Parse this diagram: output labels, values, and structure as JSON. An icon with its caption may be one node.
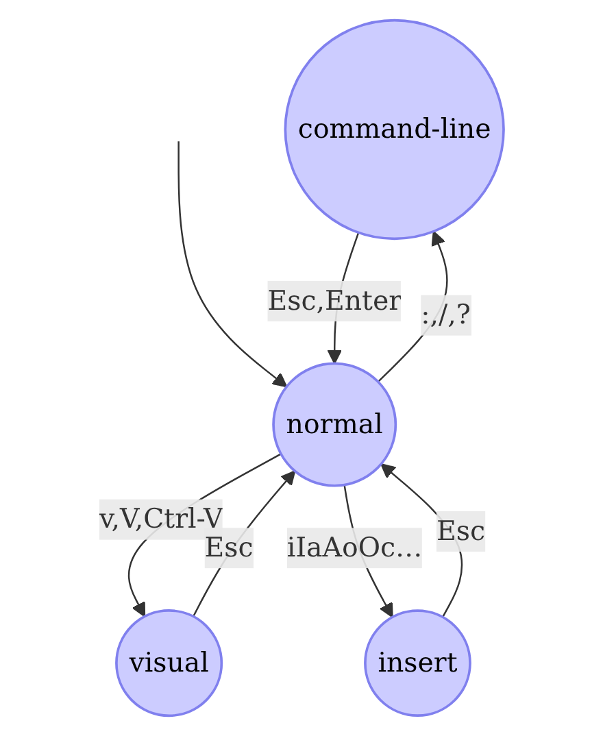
{
  "diagram": {
    "nodes": [
      {
        "text": [
          "command-line"
        ]
      },
      {
        "text": [
          "normal"
        ]
      },
      {
        "text": [
          "visual"
        ]
      },
      {
        "text": [
          "insert"
        ]
      }
    ],
    "edges": [
      {
        "from": null,
        "to": 1,
        "arrow": "to"
      },
      {
        "from": 1,
        "to": 0,
        "label": ":,/,?",
        "arrow": "to"
      },
      {
        "from": 0,
        "to": 1,
        "label": "Esc,Enter",
        "arrow": "to"
      },
      {
        "from": 1,
        "to": 2,
        "label": "v,V,Ctrl-V",
        "arrow": "to"
      },
      {
        "from": 2,
        "to": 1,
        "label": "Esc",
        "arrow": "to"
      },
      {
        "from": 1,
        "to": 3,
        "label": "iIaAoOc…",
        "arrow": "to"
      },
      {
        "from": 3,
        "to": 1,
        "label": "Esc",
        "arrow": "to"
      }
    ]
  }
}
